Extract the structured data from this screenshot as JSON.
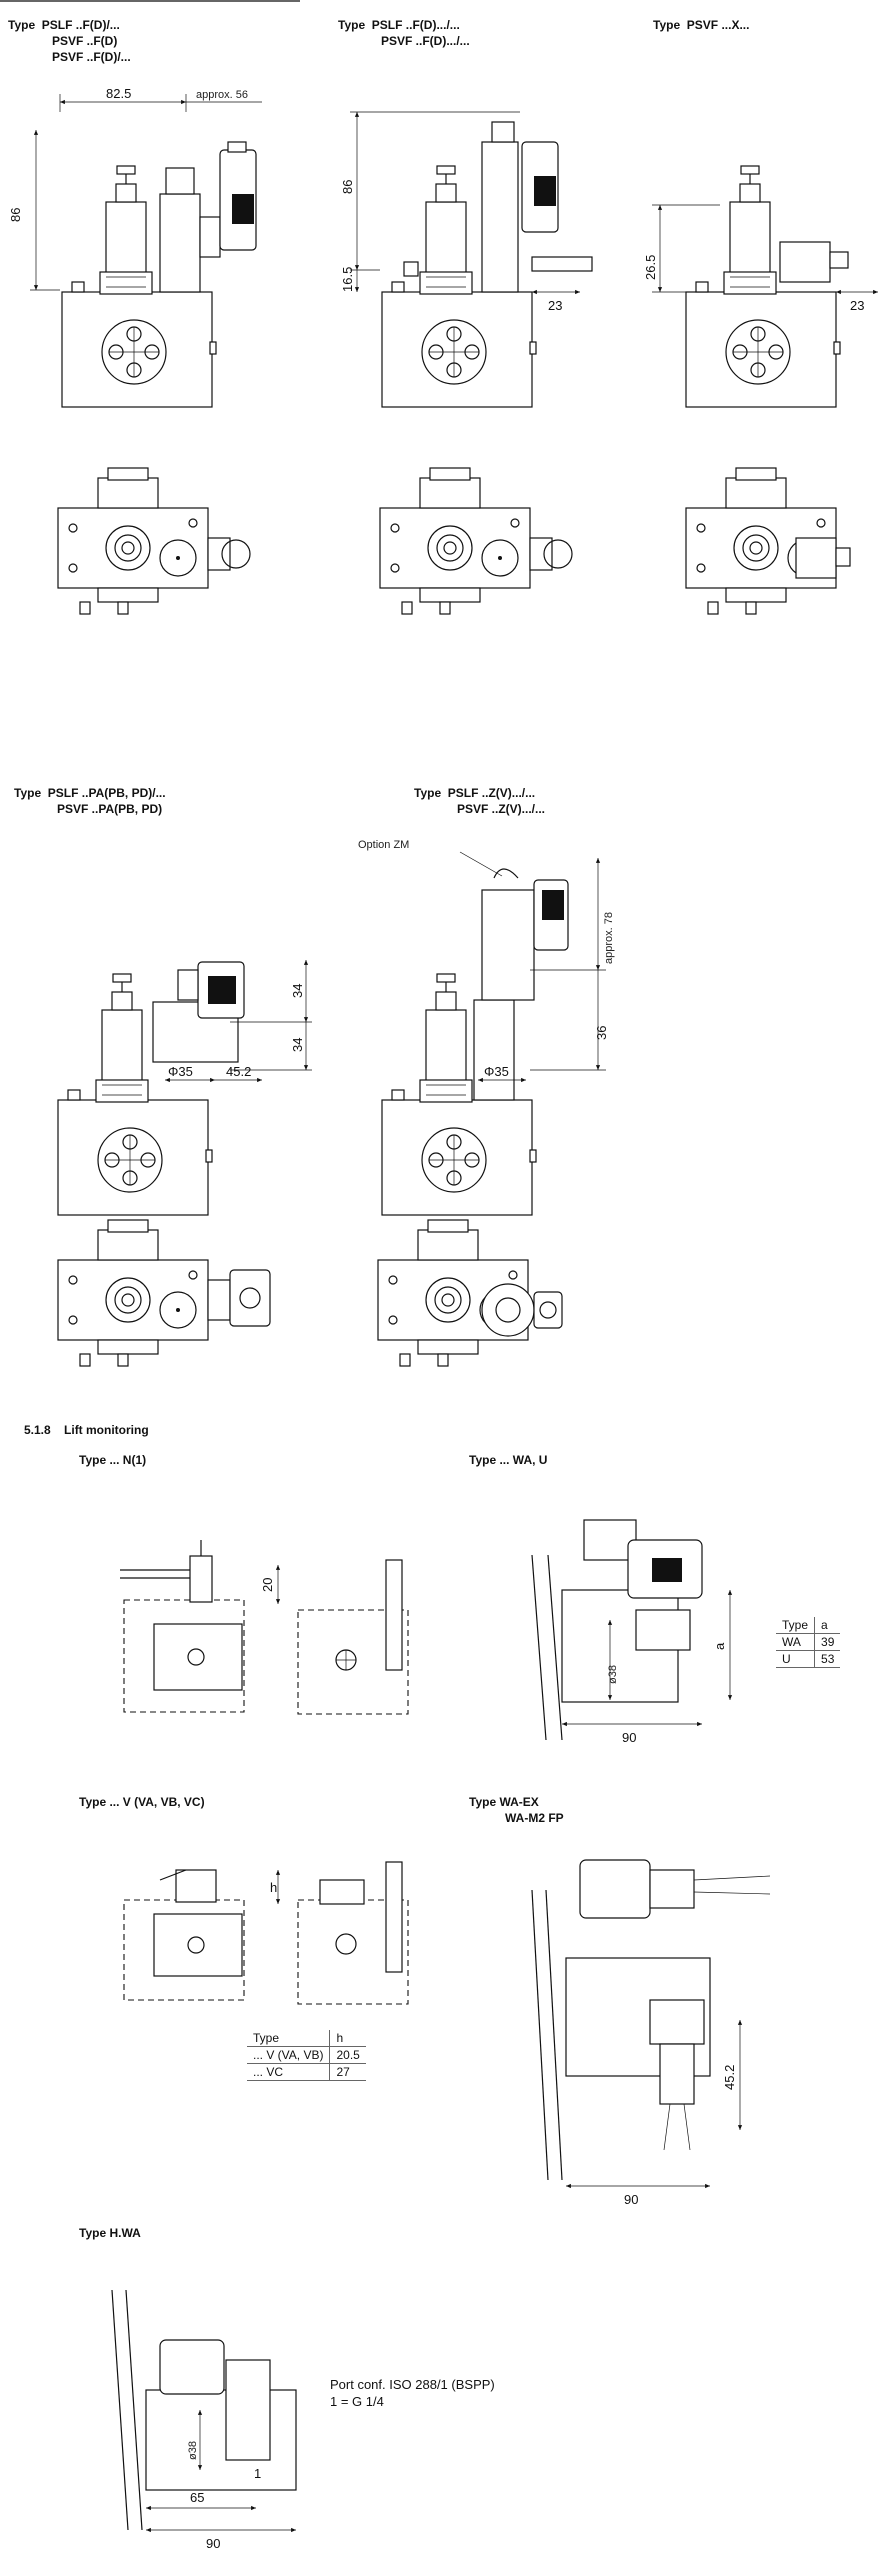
{
  "labels": {
    "t1_l1": "Type  PSLF ..F(D)/...",
    "t1_l2": "PSVF ..F(D)",
    "t1_l3": "PSVF ..F(D)/...",
    "t2_l1": "Type  PSLF ..F(D).../...",
    "t2_l2": "PSVF ..F(D).../...",
    "t3_l1": "Type  PSVF ...X...",
    "t4_l1": "Type  PSLF ..PA(PB, PD)/...",
    "t4_l2": "PSVF ..PA(PB, PD)",
    "t5_l1": "Type  PSLF ..Z(V).../...",
    "t5_l2": "PSVF ..Z(V).../...",
    "section": "5.1.8    Lift monitoring",
    "n1": "Type ... N(1)",
    "wau": "Type ... WA, U",
    "vvav": "Type ... V (VA, VB, VC)",
    "waex_l1": "Type WA-EX",
    "waex_l2": "WA-M2 FP",
    "hwa": "Type H.WA"
  },
  "dims": {
    "d82_5": "82.5",
    "approx56": "approx. 56",
    "d86a": "86",
    "d86b": "86",
    "d16_5": "16.5",
    "d23a": "23",
    "d26_5": "26.5",
    "d23b": "23",
    "d34a": "34",
    "d34b": "34",
    "phi35a": "Φ35",
    "d45_2a": "45.2",
    "option_zm": "Option ZM",
    "approx78": "approx. 78",
    "d36": "36",
    "phi35b": "Φ35",
    "d20": "20",
    "phi38a": "ø38",
    "a": "a",
    "d90a": "90",
    "h": "h",
    "d45_2b": "45.2",
    "d90b": "90",
    "phi38b": "ø38",
    "d65": "65",
    "d1": "1",
    "d90c": "90"
  },
  "table_wa": {
    "headers": [
      "Type",
      "a"
    ],
    "rows": [
      [
        "WA",
        "39"
      ],
      [
        "U",
        "53"
      ]
    ]
  },
  "table_v": {
    "headers": [
      "Type",
      "h"
    ],
    "rows": [
      [
        "... V (VA, VB)",
        "20.5"
      ],
      [
        "... VC",
        "27"
      ]
    ]
  },
  "port_note": {
    "l1": "Port conf. ISO 288/1 (BSPP)",
    "l2": "1 = G 1/4"
  }
}
